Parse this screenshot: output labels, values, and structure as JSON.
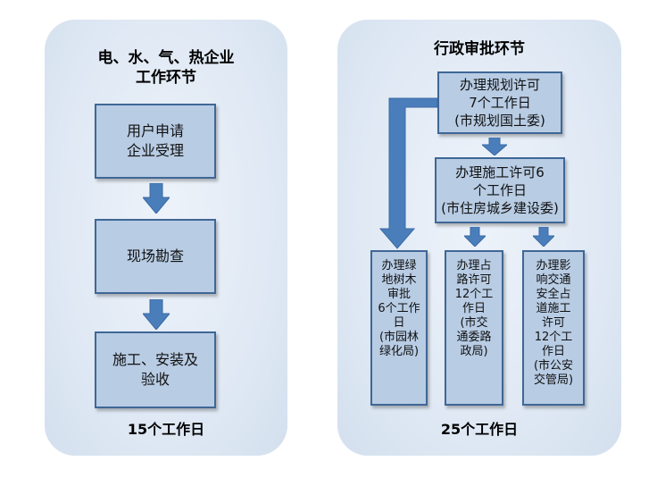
{
  "left_panel": {
    "title": "电、水、气、热企业\n工作环节",
    "steps": [
      "用户申请\n企业受理",
      "现场勘查",
      "施工、安装及\n验收"
    ],
    "footer": "15个工作日"
  },
  "right_panel": {
    "title": "行政审批环节",
    "planning_permit": "办理规划许可\n7个工作日\n(市规划国土委)",
    "construction_permit": "办理施工许可6\n个工作日\n(市住房城乡建设委)",
    "greenland_approval": "办理绿\n地树木\n审批\n6个工作\n日\n(市园林\n绿化局)",
    "road_occupation_permit": "办理占\n路许可\n12个工\n作日\n(市交\n通委路\n政局)",
    "traffic_safety_permit": "办理影\n响交通\n安全占\n道施工\n许可\n12个工\n作日\n(市公安\n交管局)",
    "footer": "25个工作日"
  },
  "colors": {
    "panel_bg": "#dde7f3",
    "box_fill": "#b8cce4",
    "box_border": "#3f6796",
    "arrow_fill": "#4a7ebb"
  }
}
